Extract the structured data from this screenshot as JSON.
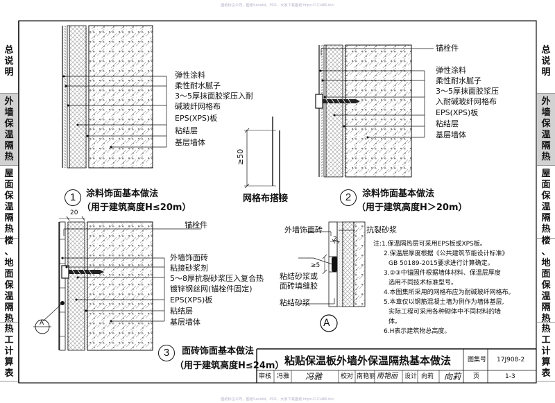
{
  "watermark": "图纸标注公司，图纸Sanaful，PDF，大家下载图纸 https://121486.biz/",
  "sidebar": {
    "tabs": [
      {
        "label": "总说明",
        "active": false,
        "chars": [
          "总",
          "说",
          "明"
        ]
      },
      {
        "label": "外墙保温隔热",
        "active": true,
        "chars": [
          "外",
          "墙",
          "保",
          "温",
          "隔",
          "热"
        ]
      },
      {
        "label": "屋面保温隔热",
        "active": false,
        "chars": [
          "屋",
          "面",
          "保",
          "温",
          "隔",
          "热"
        ]
      },
      {
        "label": "楼、地面保温隔热",
        "active": false,
        "chars": [
          "楼",
          "、",
          "地",
          "面",
          "保",
          "温",
          "隔",
          "热"
        ]
      },
      {
        "label": "热工计算表",
        "active": false,
        "chars": [
          "热",
          "工",
          "计",
          "算",
          "表"
        ]
      }
    ]
  },
  "detail1": {
    "num": "1",
    "title": "涂料饰面基本做法",
    "subtitle": "（用于建筑高度H≤20m）",
    "layers": [
      "弹性涂料",
      "柔性耐水腻子",
      "3～5厚抹面胶浆压入耐",
      "碱玻纤网格布",
      "EPS(XPS)板",
      "粘结层",
      "基层墙体"
    ]
  },
  "detail2": {
    "num": "2",
    "title": "涂料饰面基本做法",
    "subtitle": "（用于建筑高度H＞20m）",
    "anchor": "锚栓件",
    "layers": [
      "弹性涂料",
      "柔性耐水腻子",
      "3～5厚抹面胶浆压",
      "入耐碱玻纤网格布",
      "EPS(XPS)板",
      "粘结层",
      "基层墙体"
    ]
  },
  "mesh": {
    "dim": "≥50",
    "title": "网格布搭接"
  },
  "detail3": {
    "num": "3",
    "title": "面砖饰面基本做法",
    "subtitle": "（用于建筑高度H≤24m）",
    "dim": "20",
    "anchor": "锚栓件",
    "marker": "A",
    "layers": [
      "外墙饰面砖",
      "粘接砂浆剂",
      "5～8厚抗裂砂浆压入复合热",
      "镀锌钢丝网(锚栓件固定)",
      "EPS(XPS)板",
      "粘结层",
      "基层墙体"
    ]
  },
  "detailA": {
    "marker": "A",
    "dim_top": "2",
    "dim_side": "≥5",
    "labels": [
      "外墙饰面砖",
      "抗裂砂浆",
      "粘结砂浆或",
      "面砖填缝胶",
      "粘结砂浆"
    ]
  },
  "notes": [
    "注:1.保温隔热层可采用EPS板或XPS板。",
    "2.保温层厚度根据《公共建筑节能设计标准》",
    "GB 50189-2015要求进行计算确定。",
    "3.②③中锚固件根据墙体材料、保温层厚度",
    "选用不同技术标准型号。",
    "4.本图集所采用的网格布应为耐碱玻纤网格布。",
    "5.本章仅以钢筋混凝土墙为例作为墙体基层,",
    "实际工程可采用各种砌体中不同材料的墙",
    "体。",
    "6.H表示建筑物总高度。"
  ],
  "titleblock": {
    "title": "粘贴保温板外墙外保温隔热基本做法",
    "atlas_label": "图集号",
    "atlas_no": "17J908-2",
    "review_label": "审核",
    "review_name": "冯雅",
    "review_sig": "冯雅",
    "check_label": "校对",
    "check_name": "南艳丽",
    "check_sig": "南艳丽",
    "design_label": "设计",
    "design_name": "向莉",
    "design_sig": "向莉",
    "page_label": "页",
    "page_no": "1-3"
  }
}
